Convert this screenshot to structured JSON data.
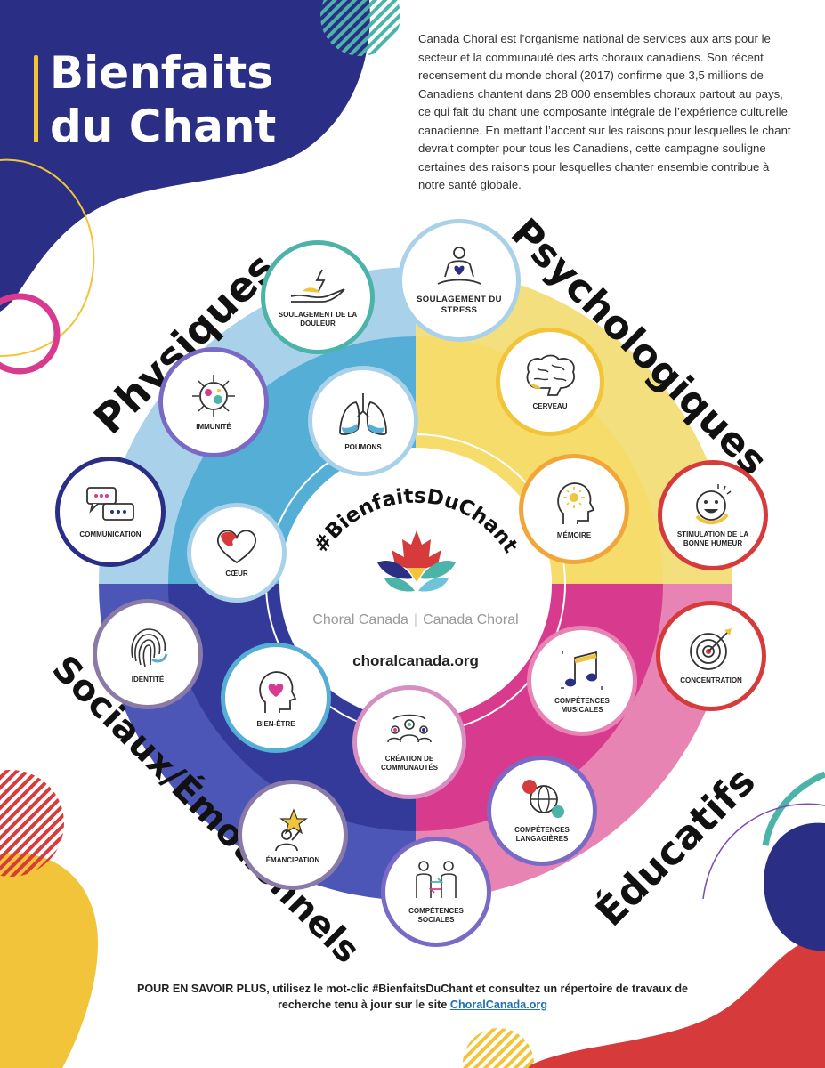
{
  "header": {
    "title_line1": "Bienfaits",
    "title_line2": "du Chant",
    "intro": "Canada Choral est l’organisme national de services aux arts pour le secteur et la communauté des arts choraux canadiens. Son récent recensement du monde choral (2017) confirme que 3,5 millions de Canadiens chantent dans 28 000 ensembles choraux partout au pays, ce qui fait du chant une composante intégrale de l’expérience culturelle canadienne. En mettant l’accent sur les raisons pour lesquelles le chant devrait compter pour tous les Canadiens, cette campagne souligne certaines des raisons pour lesquelles chanter ensemble contribue à notre santé globale."
  },
  "categories": {
    "physical": "Physiques",
    "psychological": "Psychologiques",
    "social": "Sociaux/Émotionnels",
    "educational": "Éducatifs"
  },
  "center": {
    "hashtag": "#BienfaitsDuChant",
    "brand_en": "Choral Canada",
    "brand_sep": "|",
    "brand_fr": "Canada Choral",
    "website": "choralcanada.org"
  },
  "benefits": {
    "pain_relief": "Soulagement de la douleur",
    "stress_relief": "Soulagement du stress",
    "immunity": "Immunité",
    "lungs": "Poumons",
    "brain": "Cerveau",
    "communication": "Communication",
    "heart": "Cœur",
    "memory": "Mémoire",
    "mood": "Stimulation de la bonne humeur",
    "identity": "Identité",
    "wellbeing": "Bien-être",
    "musical_skills": "Compétences musicales",
    "concentration": "Concentration",
    "community": "Création de communautés",
    "language_skills": "Compétences langagières",
    "empowerment": "Émancipation",
    "social_skills": "Compétences sociales"
  },
  "footer": {
    "lead": "POUR EN SAVOIR PLUS,",
    "text": "utilisez le mot-clic #BienfaitsDuChant et consultez un répertoire de travaux de recherche tenu à jour sur le site",
    "link": "ChoralCanada.org"
  },
  "colors": {
    "physical_light": "#a9d2ea",
    "physical_dark": "#55aed6",
    "psychological_light": "#f3df7e",
    "psychological_dark": "#f6dc6b",
    "educational_light": "#e784b4",
    "educational_dark": "#d83a8d",
    "social_light": "#4c56b6",
    "social_dark": "#333a99",
    "navy": "#2a2f85",
    "gold": "#f2c43a",
    "red": "#d63a3a",
    "link": "#1f6fb5"
  }
}
